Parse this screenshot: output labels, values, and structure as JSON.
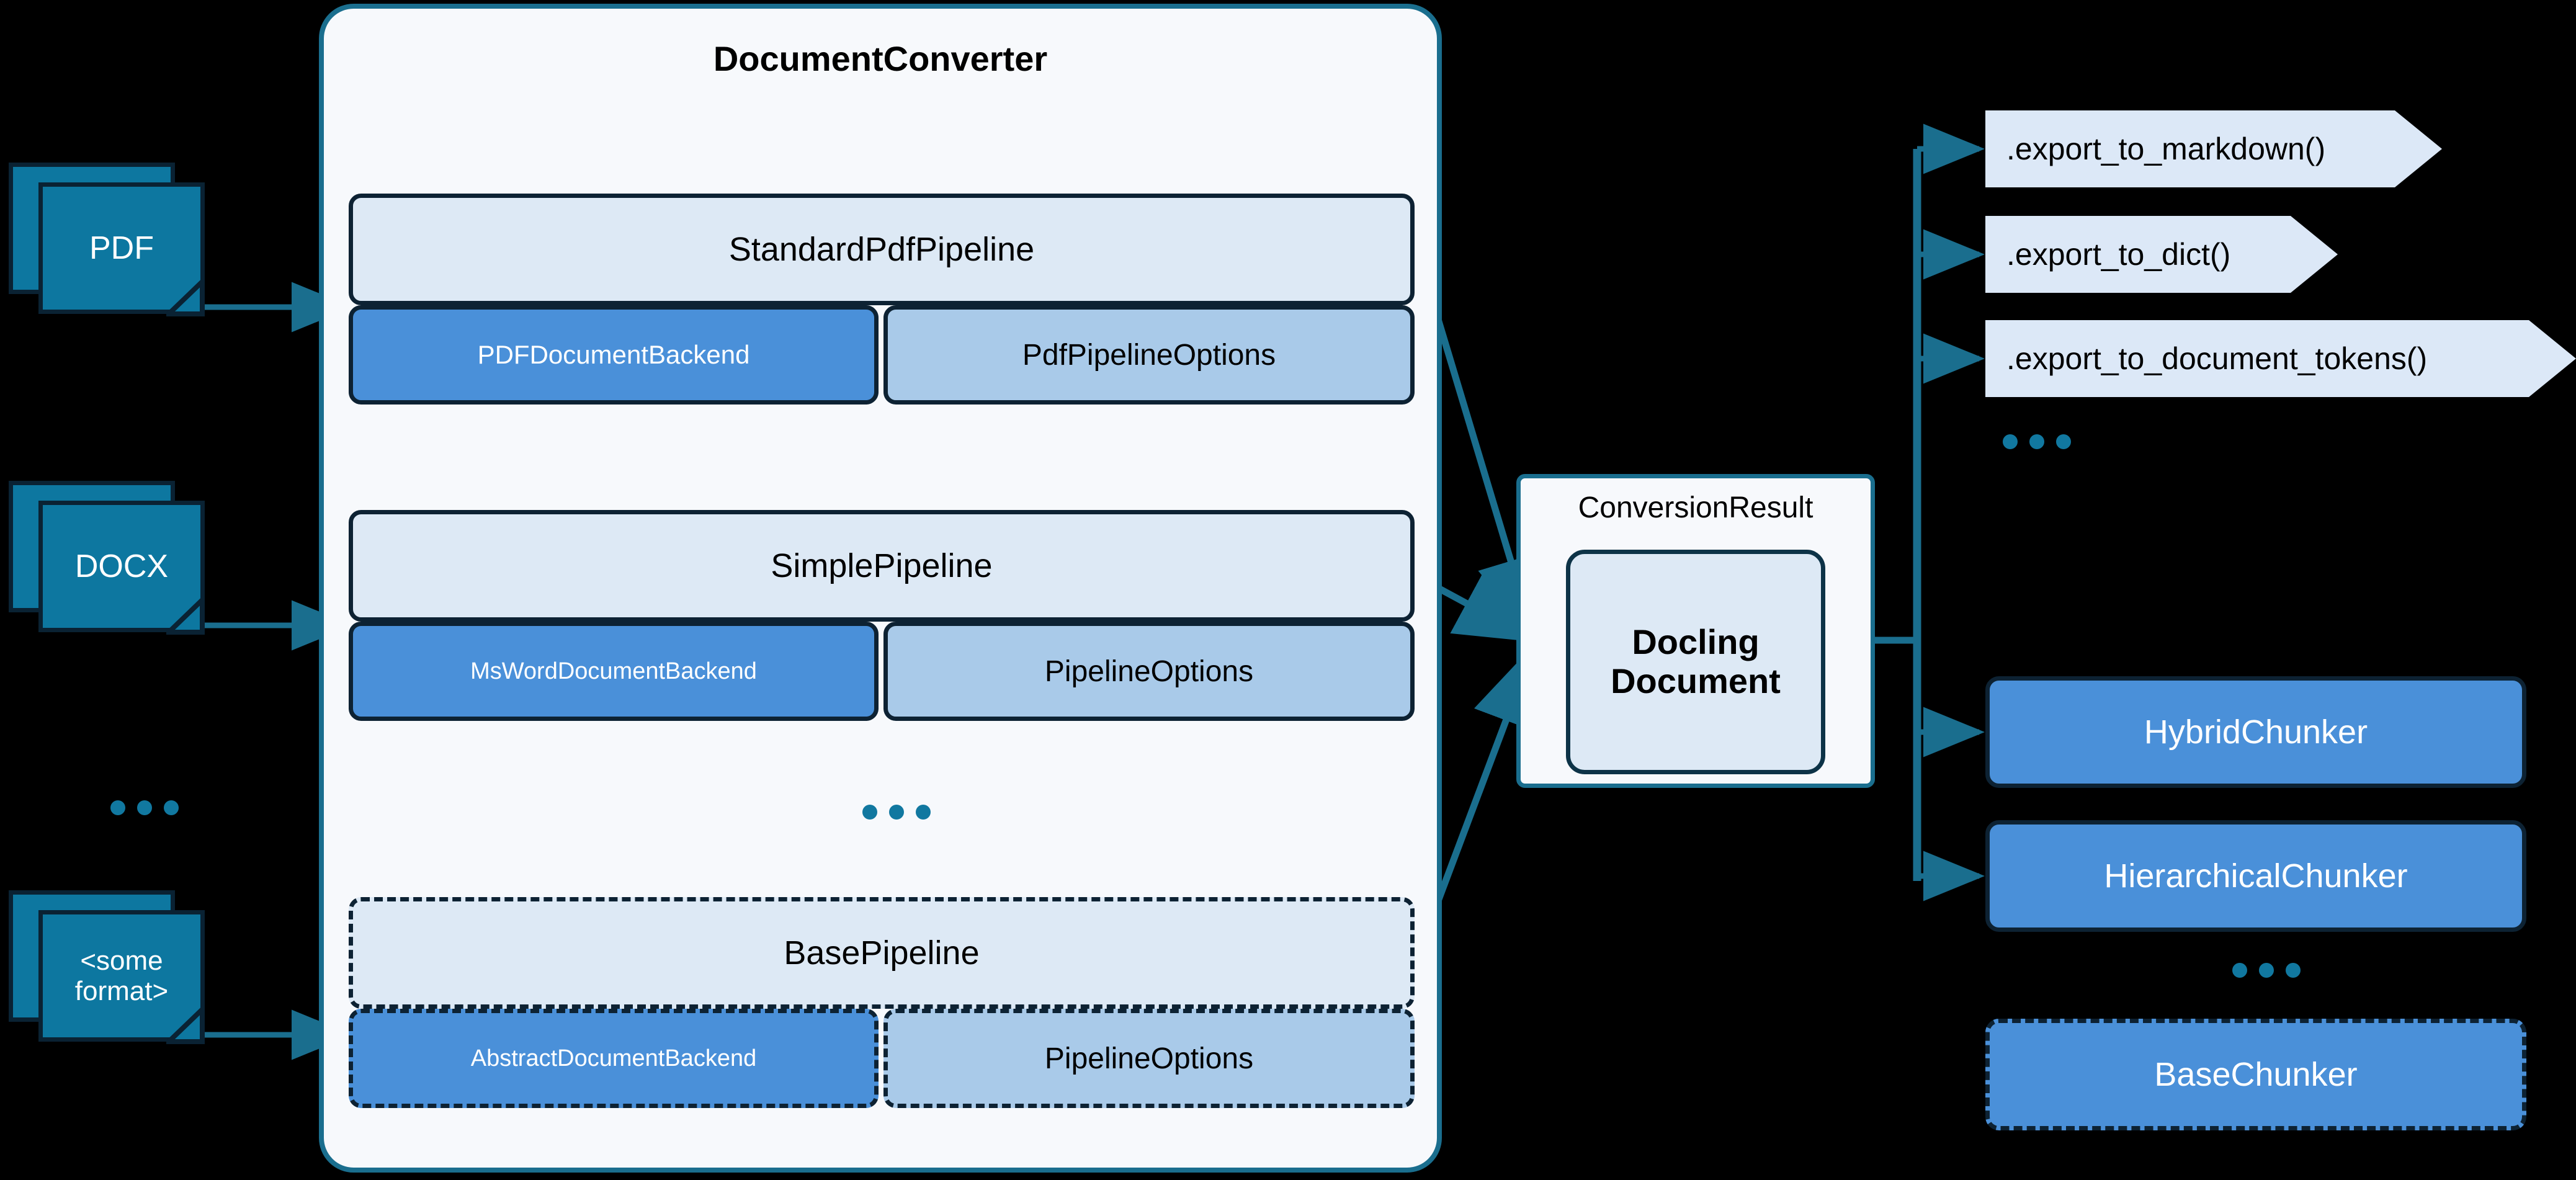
{
  "diagram": {
    "title": "Docling DocumentConverter architecture",
    "colors": {
      "background": "#000000",
      "doc_icon_fill": "#0d77a0",
      "doc_icon_border": "#0a2233",
      "converter_fill": "#f7f9fc",
      "converter_border": "#1a6e8e",
      "pipeline_head_fill": "#dde9f5",
      "backend_fill": "#4a90d9",
      "options_fill": "#a9cae9",
      "box_border": "#0d2233",
      "export_chip_fill": "#dce8f7",
      "connector": "#1a6e8e",
      "dots": "#1178a0"
    }
  },
  "inputs": {
    "documents": [
      {
        "label": "PDF"
      },
      {
        "label": "DOCX"
      },
      {
        "label": "<some\nformat>"
      }
    ],
    "ellipsis": "..."
  },
  "converter": {
    "title": "DocumentConverter",
    "ellipsis": "...",
    "pipelines": [
      {
        "name": "StandardPdfPipeline",
        "backend": "PDFDocumentBackend",
        "options": "PdfPipelineOptions",
        "abstract": false
      },
      {
        "name": "SimplePipeline",
        "backend": "MsWordDocumentBackend",
        "options": "PipelineOptions",
        "abstract": false
      },
      {
        "name": "BasePipeline",
        "backend": "AbstractDocumentBackend",
        "options": "PipelineOptions",
        "abstract": true
      }
    ]
  },
  "result": {
    "label": "ConversionResult",
    "document_line1": "Docling",
    "document_line2": "Document"
  },
  "exports": {
    "items": [
      {
        "label": ".export_to_markdown()"
      },
      {
        "label": ".export_to_dict()"
      },
      {
        "label": ".export_to_document_tokens()"
      }
    ],
    "ellipsis": "..."
  },
  "chunkers": {
    "items": [
      {
        "label": "HybridChunker",
        "abstract": false
      },
      {
        "label": "HierarchicalChunker",
        "abstract": false
      },
      {
        "label": "BaseChunker",
        "abstract": true
      }
    ],
    "ellipsis": "..."
  }
}
